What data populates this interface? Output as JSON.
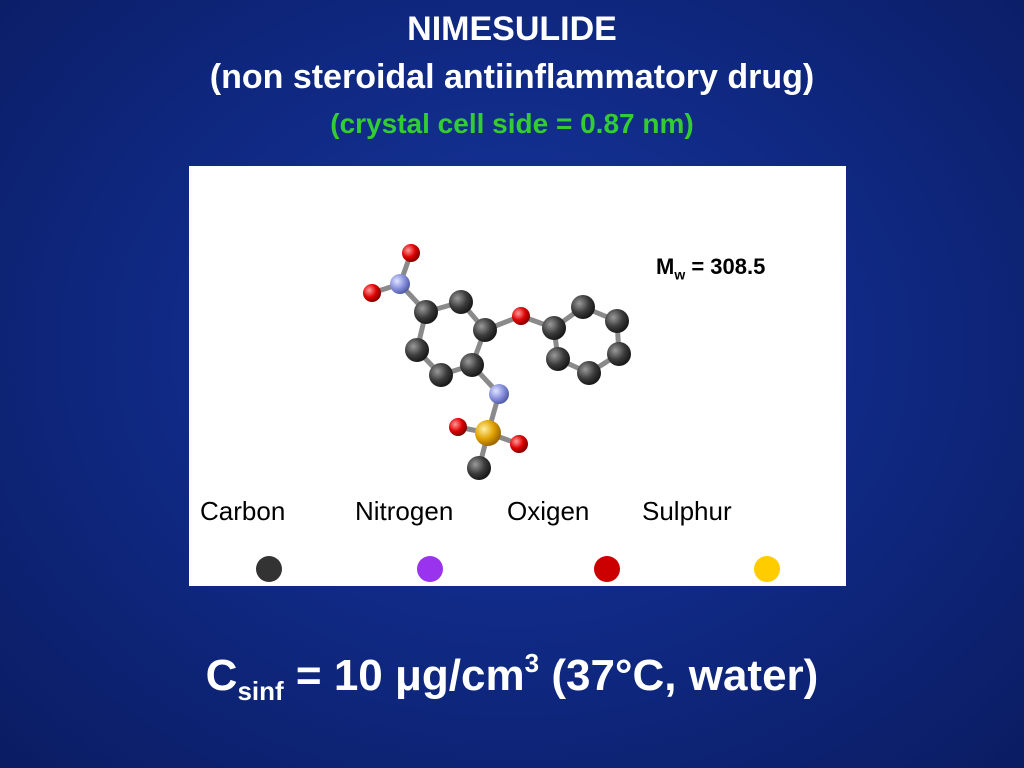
{
  "title": {
    "line1": "NIMESULIDE",
    "line2": "(non steroidal antiinflammatory drug)",
    "line3": "(crystal cell side = 0.87 nm)"
  },
  "molecule": {
    "mw_symbol": "M",
    "mw_sub": "w",
    "mw_value": " = 308.5"
  },
  "legend": [
    {
      "label": "Carbon",
      "color": "#333333"
    },
    {
      "label": "Nitrogen",
      "color": "#9933ee"
    },
    {
      "label": "Oxigen",
      "color": "#cc0000"
    },
    {
      "label": "Sulphur",
      "color": "#ffcc00"
    }
  ],
  "formula": {
    "c": "C",
    "sub": "sinf",
    "main": " = 10 μg/cm",
    "sup": "3",
    "tail": " (37°C, water)"
  },
  "colors": {
    "title": "#ffffff",
    "subtitle_green": "#33cc33",
    "background": "#102a86"
  }
}
